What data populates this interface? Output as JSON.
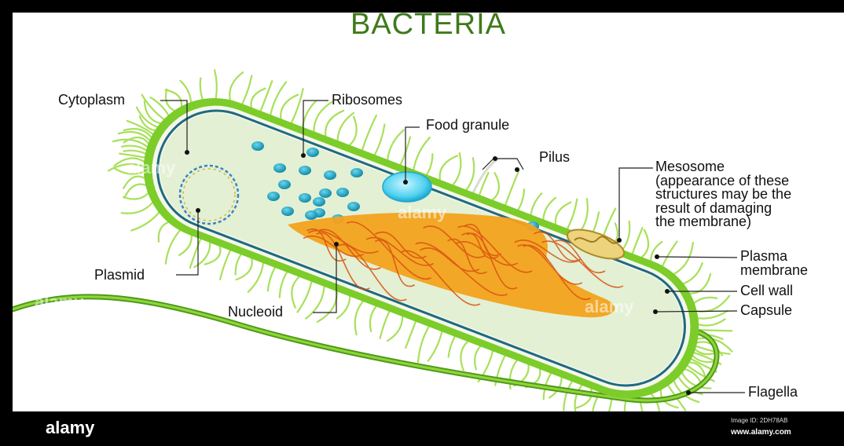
{
  "title": "BACTERIA",
  "labels": {
    "cytoplasm": "Cytoplasm",
    "ribosomes": "Ribosomes",
    "food_granule": "Food granule",
    "pilus": "Pilus",
    "mesosome": [
      "Mesosome",
      "(appearance of these",
      "structures may be the",
      "result of damaging",
      "the membrane)"
    ],
    "plasma_membrane": [
      "Plasma",
      "membrane"
    ],
    "cell_wall": "Cell wall",
    "capsule": "Capsule",
    "flagella": "Flagella",
    "plasmid": "Plasmid",
    "nucleoid": "Nucleoid"
  },
  "watermark": "alamy",
  "footer": {
    "brand": "alamy",
    "image_id": "Image ID: 2DH78AB",
    "site": "www.alamy.com"
  },
  "colors": {
    "title": "#3f7a1a",
    "capsule": "#7ccc2a",
    "cell_wall": "#f4f7ea",
    "plasma_membrane": "#1e6a80",
    "cytoplasm": "#e3f0d4",
    "ribosome": "#1da4c0",
    "nucleoid": "#ee8a10",
    "frame": "#000000"
  }
}
